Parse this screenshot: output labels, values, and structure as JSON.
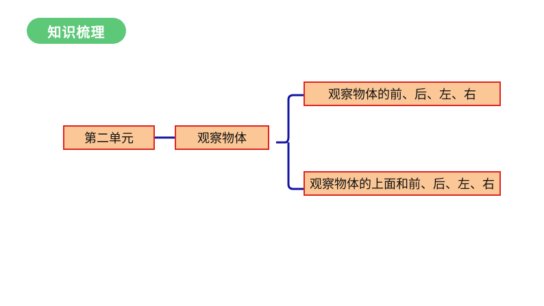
{
  "title": "知识梳理",
  "root": "第二单元",
  "topic": "观察物体",
  "branches": [
    "观察物体的前、后、左、右",
    "观察物体的上面和前、后、左、右"
  ],
  "colors": {
    "badge": "#5cc878",
    "box_fill": "#fbc797",
    "box_border": "#e0231f",
    "connector": "#1414a0"
  }
}
